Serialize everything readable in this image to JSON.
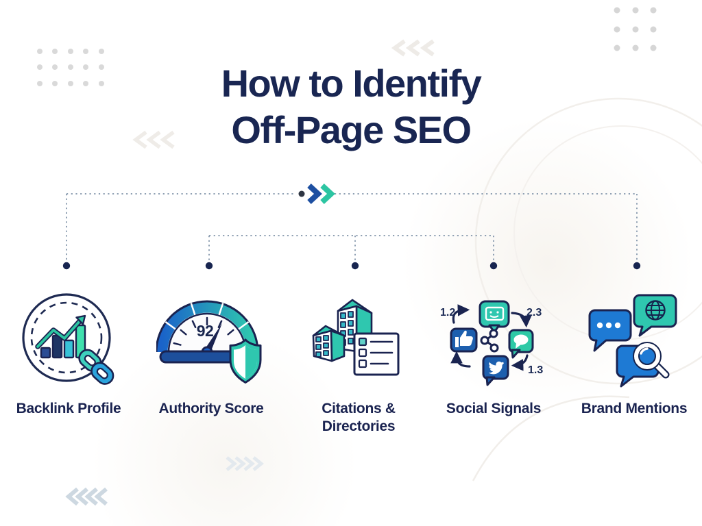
{
  "title": {
    "line1": "How to Identify",
    "line2": "Off-Page SEO"
  },
  "items": [
    {
      "id": "backlink-profile",
      "label": "Backlink Profile"
    },
    {
      "id": "authority-score",
      "label": "Authority Score",
      "gauge_value": "92"
    },
    {
      "id": "citations-directories",
      "label": "Citations & Directories"
    },
    {
      "id": "social-signals",
      "label": "Social Signals",
      "metrics": {
        "top_left": "1.2",
        "top_right": "2.3",
        "bottom_right": "1.3"
      }
    },
    {
      "id": "brand-mentions",
      "label": "Brand Mentions"
    }
  ],
  "colors": {
    "navy": "#1a2350",
    "blue": "#1d5fae",
    "bright_blue": "#1e7ad4",
    "teal": "#2fc7af",
    "cyan": "#38c3d8",
    "mint": "#3fe0ae",
    "chevron_blue": "#1d4fa1",
    "chevron_teal": "#2cc5a2",
    "dotted_line_gray": "#8fa0b3"
  }
}
